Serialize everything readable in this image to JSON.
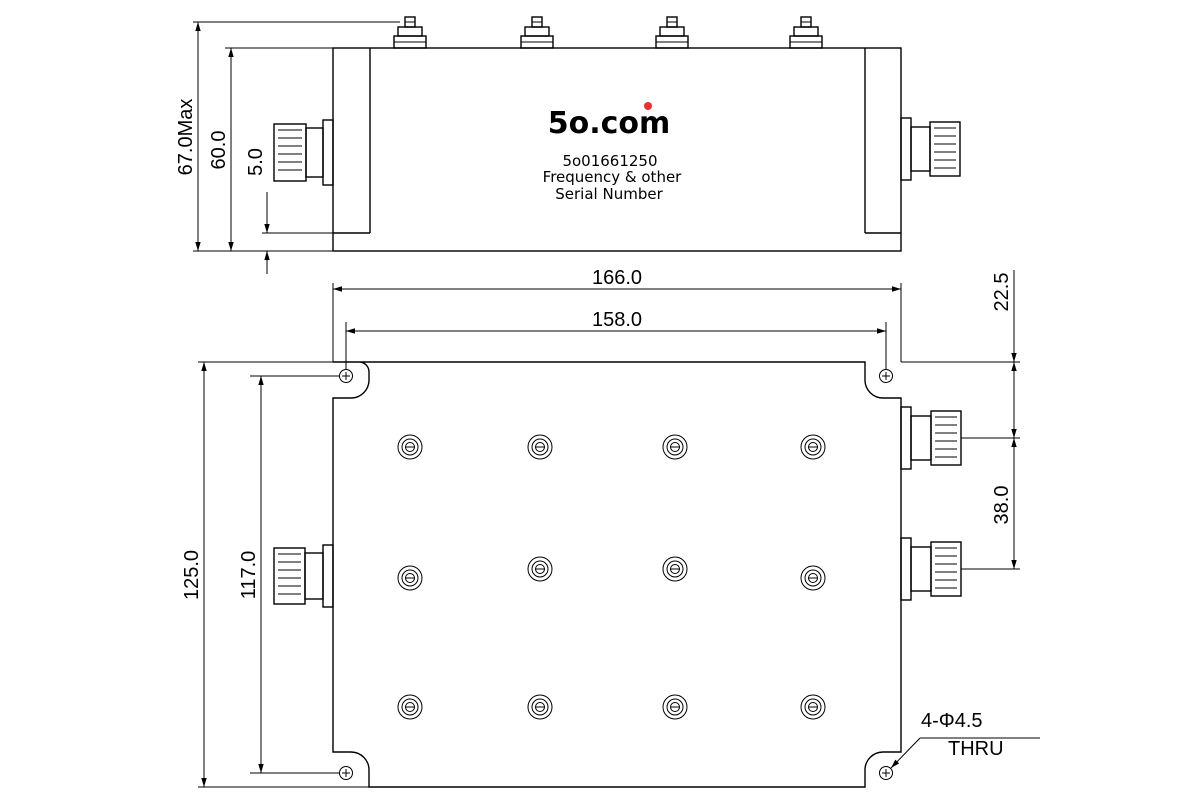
{
  "logo": {
    "text": "5o.com",
    "color": "#1f3f9f",
    "dot_color": "#e8322b"
  },
  "label": {
    "part_number": "5o01661250",
    "line1": "Frequency & other",
    "line2": "Serial Number"
  },
  "dimensions": {
    "height_max": "67.0Max",
    "height": "60.0",
    "base_offset": "5.0",
    "overall_length": "166.0",
    "mount_spacing_x": "158.0",
    "right_port_offset": "22.5",
    "right_port_pitch": "38.0",
    "overall_width": "125.0",
    "mount_spacing_y": "117.0",
    "hole_callout": "4-Φ4.5",
    "hole_callout_2": "THRU"
  }
}
